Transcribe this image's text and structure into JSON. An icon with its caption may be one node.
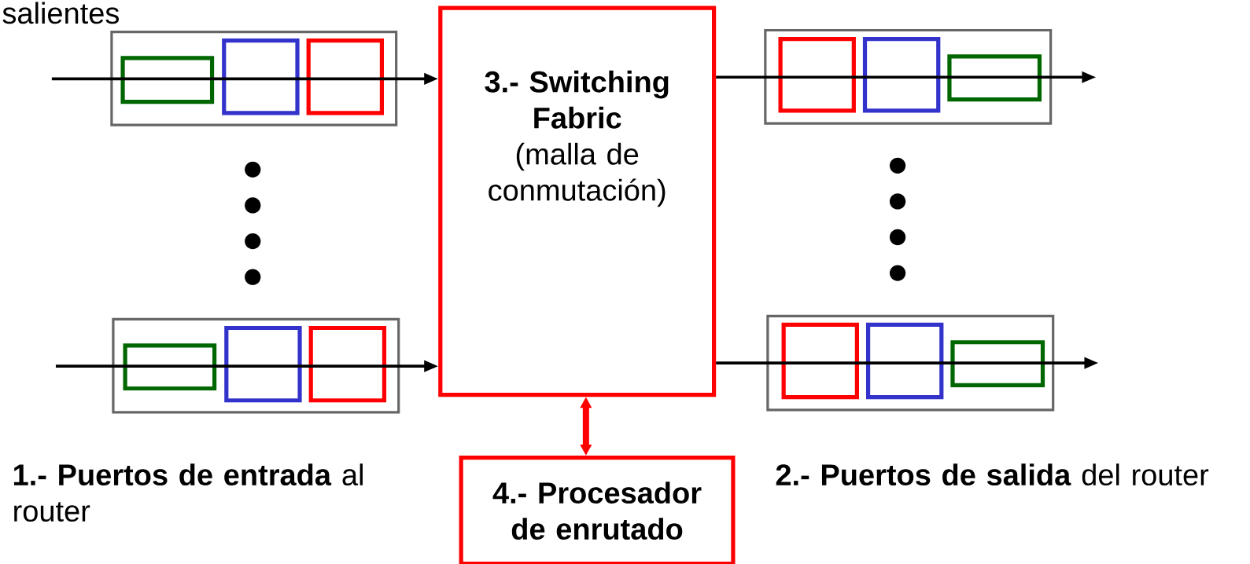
{
  "diagram": {
    "nodes": [
      {
        "text": [],
        "shape": "box"
      },
      {
        "text": [],
        "shape": "box",
        "in": 0
      },
      {
        "text": [],
        "shape": "box",
        "in": 0
      },
      {
        "text": [],
        "shape": "box",
        "in": 0
      },
      {
        "text": [
          "3.- Switching Fabric",
          "(malla de conmutación)"
        ]
      },
      {
        "text": [],
        "shape": "box"
      },
      {
        "text": [],
        "shape": "box",
        "in": 5
      },
      {
        "text": [],
        "shape": "box",
        "in": 5
      },
      {
        "text": [],
        "shape": "box",
        "in": 5
      },
      {
        "text": [],
        "shape": "box"
      },
      {
        "text": [],
        "shape": "box",
        "in": 9
      },
      {
        "text": [],
        "shape": "box",
        "in": 9
      },
      {
        "text": [],
        "shape": "box",
        "in": 9
      },
      {
        "text": [],
        "shape": "box"
      },
      {
        "text": [],
        "shape": "box",
        "in": 13
      },
      {
        "text": [],
        "shape": "box",
        "in": 13
      },
      {
        "text": [],
        "shape": "box",
        "in": 13
      },
      {
        "text": [
          "4.- Procesador de enrutado"
        ]
      }
    ],
    "edges": [
      {
        "from": null,
        "to": 4,
        "arrow": "to"
      },
      {
        "from": null,
        "to": 4,
        "arrow": "to"
      },
      {
        "from": 4,
        "to": null,
        "arrow": "to"
      },
      {
        "from": 4,
        "to": null,
        "arrow": "to"
      },
      {
        "from": 4,
        "to": 17,
        "arrow": "both",
        "style": "thick",
        "color": "#ff0000"
      }
    ],
    "labels": [
      "salientes",
      "**1.- Puertos de entrada** al router",
      "**2.- Puertos de salida** del router"
    ]
  }
}
